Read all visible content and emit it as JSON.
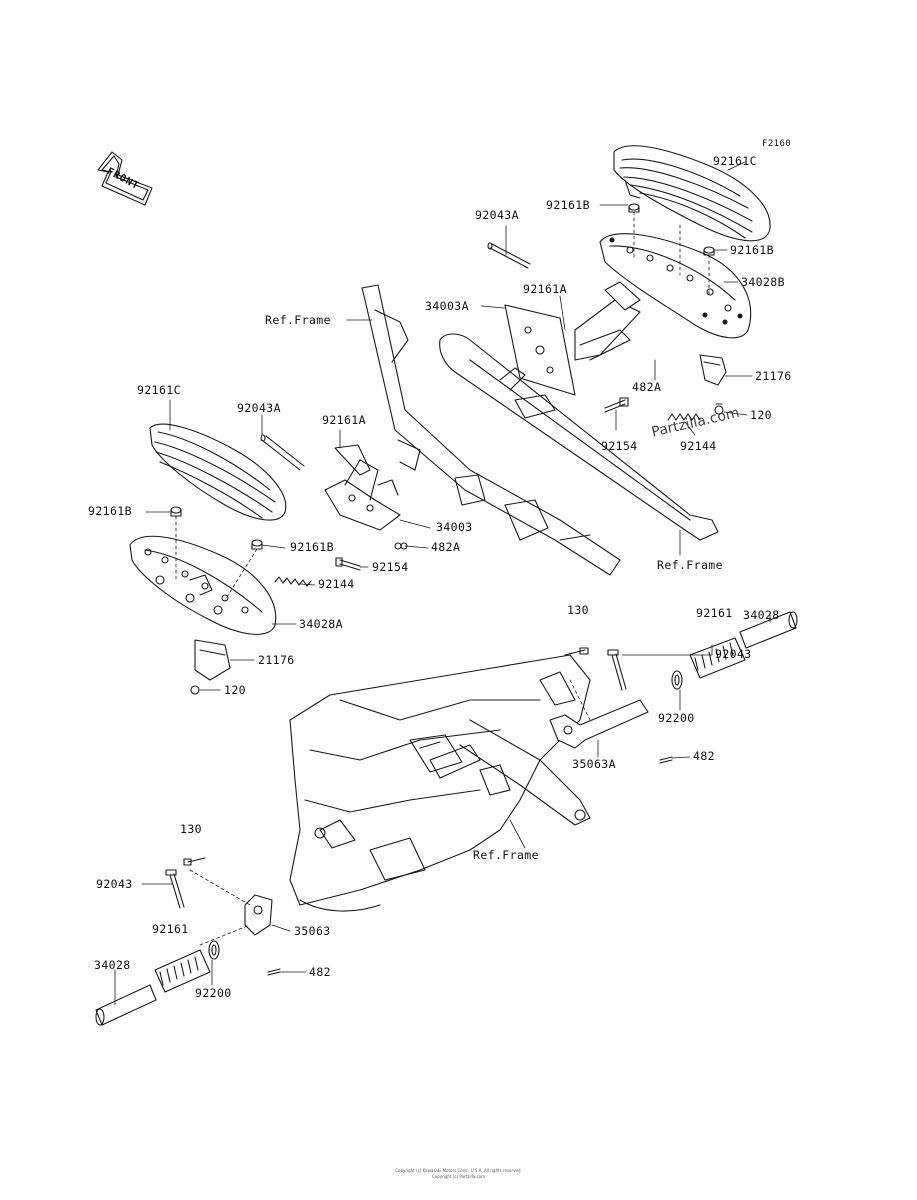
{
  "figure_code": "F2160",
  "front_label": "FRONT",
  "watermark": "Partzilla.com",
  "footer_lines": [
    "Copyright (c) Kawasaki Motors Corp., U.S.A. All rights reserved.",
    "Copyright (c) Partzilla.com"
  ],
  "colors": {
    "line": "#1a1a1a",
    "background": "#ffffff"
  },
  "labels": {
    "p92161C_right": "92161C",
    "p92161B_top": "92161B",
    "p92043A_right": "92043A",
    "p92161B_right": "92161B",
    "p34028B": "34028B",
    "p34003A": "34003A",
    "p92161A_right": "92161A",
    "ref_frame_top": "Ref.Frame",
    "p482A_right": "482A",
    "p21176_right": "21176",
    "p120_right": "120",
    "p92154_right": "92154",
    "p92144_right": "92144",
    "ref_frame_mid": "Ref.Frame",
    "p92161C_left": "92161C",
    "p92043A_left": "92043A",
    "p92161A_left": "92161A",
    "p92161B_left_a": "92161B",
    "p34003": "34003",
    "p92161B_left_b": "92161B",
    "p482A_left": "482A",
    "p92154_left": "92154",
    "p92144_left": "92144",
    "p34028A": "34028A",
    "p21176_left": "21176",
    "p120_left": "120",
    "p130_right": "130",
    "p34028_right": "34028",
    "p92161_right": "92161",
    "p92043_right": "92043",
    "p92200_right": "92200",
    "p35063A": "35063A",
    "p482_right": "482",
    "ref_frame_bottom": "Ref.Frame",
    "p130_left": "130",
    "p92043_left": "92043",
    "p92161_left": "92161",
    "p35063": "35063",
    "p482_left": "482",
    "p34028_left": "34028",
    "p92200_left": "92200"
  }
}
